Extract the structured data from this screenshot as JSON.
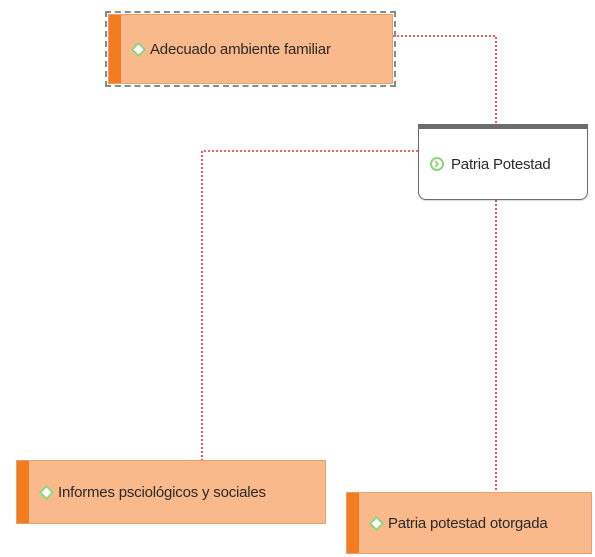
{
  "diagram": {
    "nodes": [
      {
        "id": "adecuado",
        "label": "Adecuado ambiente familiar",
        "style": "orange",
        "icon": "diamond-icon",
        "selected": true
      },
      {
        "id": "patria",
        "label": "Patria Potestad",
        "style": "white",
        "icon": "cycle-icon"
      },
      {
        "id": "informes",
        "label": "Informes psciológicos y sociales",
        "style": "orange",
        "icon": "diamond-icon"
      },
      {
        "id": "otorgada",
        "label": "Patria potestad otorgada",
        "style": "orange",
        "icon": "diamond-icon"
      }
    ],
    "edges": [
      {
        "from": "adecuado",
        "to": "patria",
        "style": "dotted"
      },
      {
        "from": "patria",
        "to": "informes",
        "style": "dotted"
      },
      {
        "from": "patria",
        "to": "otorgada",
        "style": "dotted"
      }
    ],
    "colors": {
      "node_fill": "#f9b98a",
      "node_accent": "#f47c20",
      "connector": "#e0303a",
      "icon_green": "#8fd27a"
    }
  }
}
